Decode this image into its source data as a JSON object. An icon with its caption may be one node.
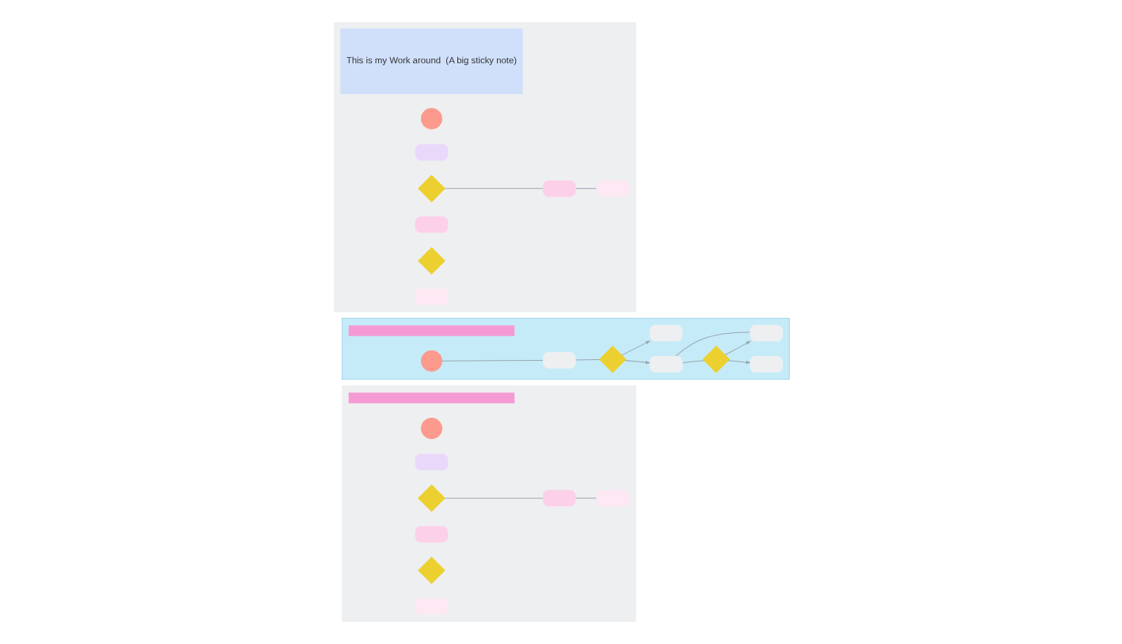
{
  "diagram": {
    "nodes": [
      {
        "text": [],
        "shape": "box"
      },
      {
        "text": [],
        "shape": "bar",
        "in": 0
      },
      {
        "text": [],
        "shape": "circle",
        "in": 0
      },
      {
        "text": [],
        "shape": "box",
        "in": 0
      },
      {
        "text": [],
        "shape": "diamond",
        "in": 0
      },
      {
        "text": [],
        "shape": "box",
        "in": 0
      },
      {
        "text": [],
        "shape": "box",
        "in": 0
      },
      {
        "text": [],
        "shape": "diamond",
        "in": 0
      },
      {
        "text": [],
        "shape": "box",
        "in": 0
      },
      {
        "text": [],
        "shape": "box",
        "in": 0
      },
      {
        "text": [],
        "shape": "box"
      },
      {
        "text": [],
        "shape": "bar",
        "in": 10
      },
      {
        "text": [],
        "shape": "circle",
        "in": 10
      },
      {
        "text": [],
        "shape": "box",
        "in": 10
      },
      {
        "text": [],
        "shape": "diamond",
        "in": 10
      },
      {
        "text": [],
        "shape": "box",
        "in": 10
      },
      {
        "text": [],
        "shape": "box",
        "in": 10
      },
      {
        "text": [],
        "shape": "diamond",
        "in": 10
      },
      {
        "text": [],
        "shape": "box",
        "in": 10
      },
      {
        "text": [],
        "shape": "box",
        "in": 10
      },
      {
        "text": [],
        "shape": "box"
      },
      {
        "text": [
          "This is my Work around  (A big sticky note)"
        ],
        "in": 20
      },
      {
        "text": [],
        "shape": "circle",
        "in": 20
      },
      {
        "text": [],
        "shape": "box",
        "in": 20
      },
      {
        "text": [],
        "shape": "diamond",
        "in": 20
      },
      {
        "text": [],
        "shape": "box",
        "in": 20
      },
      {
        "text": [],
        "shape": "box",
        "in": 20
      },
      {
        "text": [],
        "shape": "diamond",
        "in": 20
      },
      {
        "text": [],
        "shape": "box",
        "in": 20
      },
      {
        "text": [],
        "shape": "box",
        "in": 20
      }
    ],
    "edges": [
      {
        "from": 4,
        "to": 5,
        "arrow": "none"
      },
      {
        "from": 5,
        "to": 8,
        "arrow": "none"
      },
      {
        "from": 12,
        "to": 13,
        "arrow": "none"
      },
      {
        "from": 13,
        "to": 14,
        "arrow": "none"
      },
      {
        "from": 14,
        "to": 15,
        "arrow": "to"
      },
      {
        "from": 14,
        "to": 16,
        "arrow": "to"
      },
      {
        "from": 15,
        "to": 17,
        "arrow": "none"
      },
      {
        "from": 17,
        "to": 18,
        "arrow": "to"
      },
      {
        "from": 17,
        "to": 19,
        "arrow": "to"
      },
      {
        "from": 15,
        "to": 18,
        "arrow": "none"
      },
      {
        "from": 24,
        "to": 25,
        "arrow": "none"
      },
      {
        "from": 25,
        "to": 28,
        "arrow": "none"
      }
    ]
  }
}
